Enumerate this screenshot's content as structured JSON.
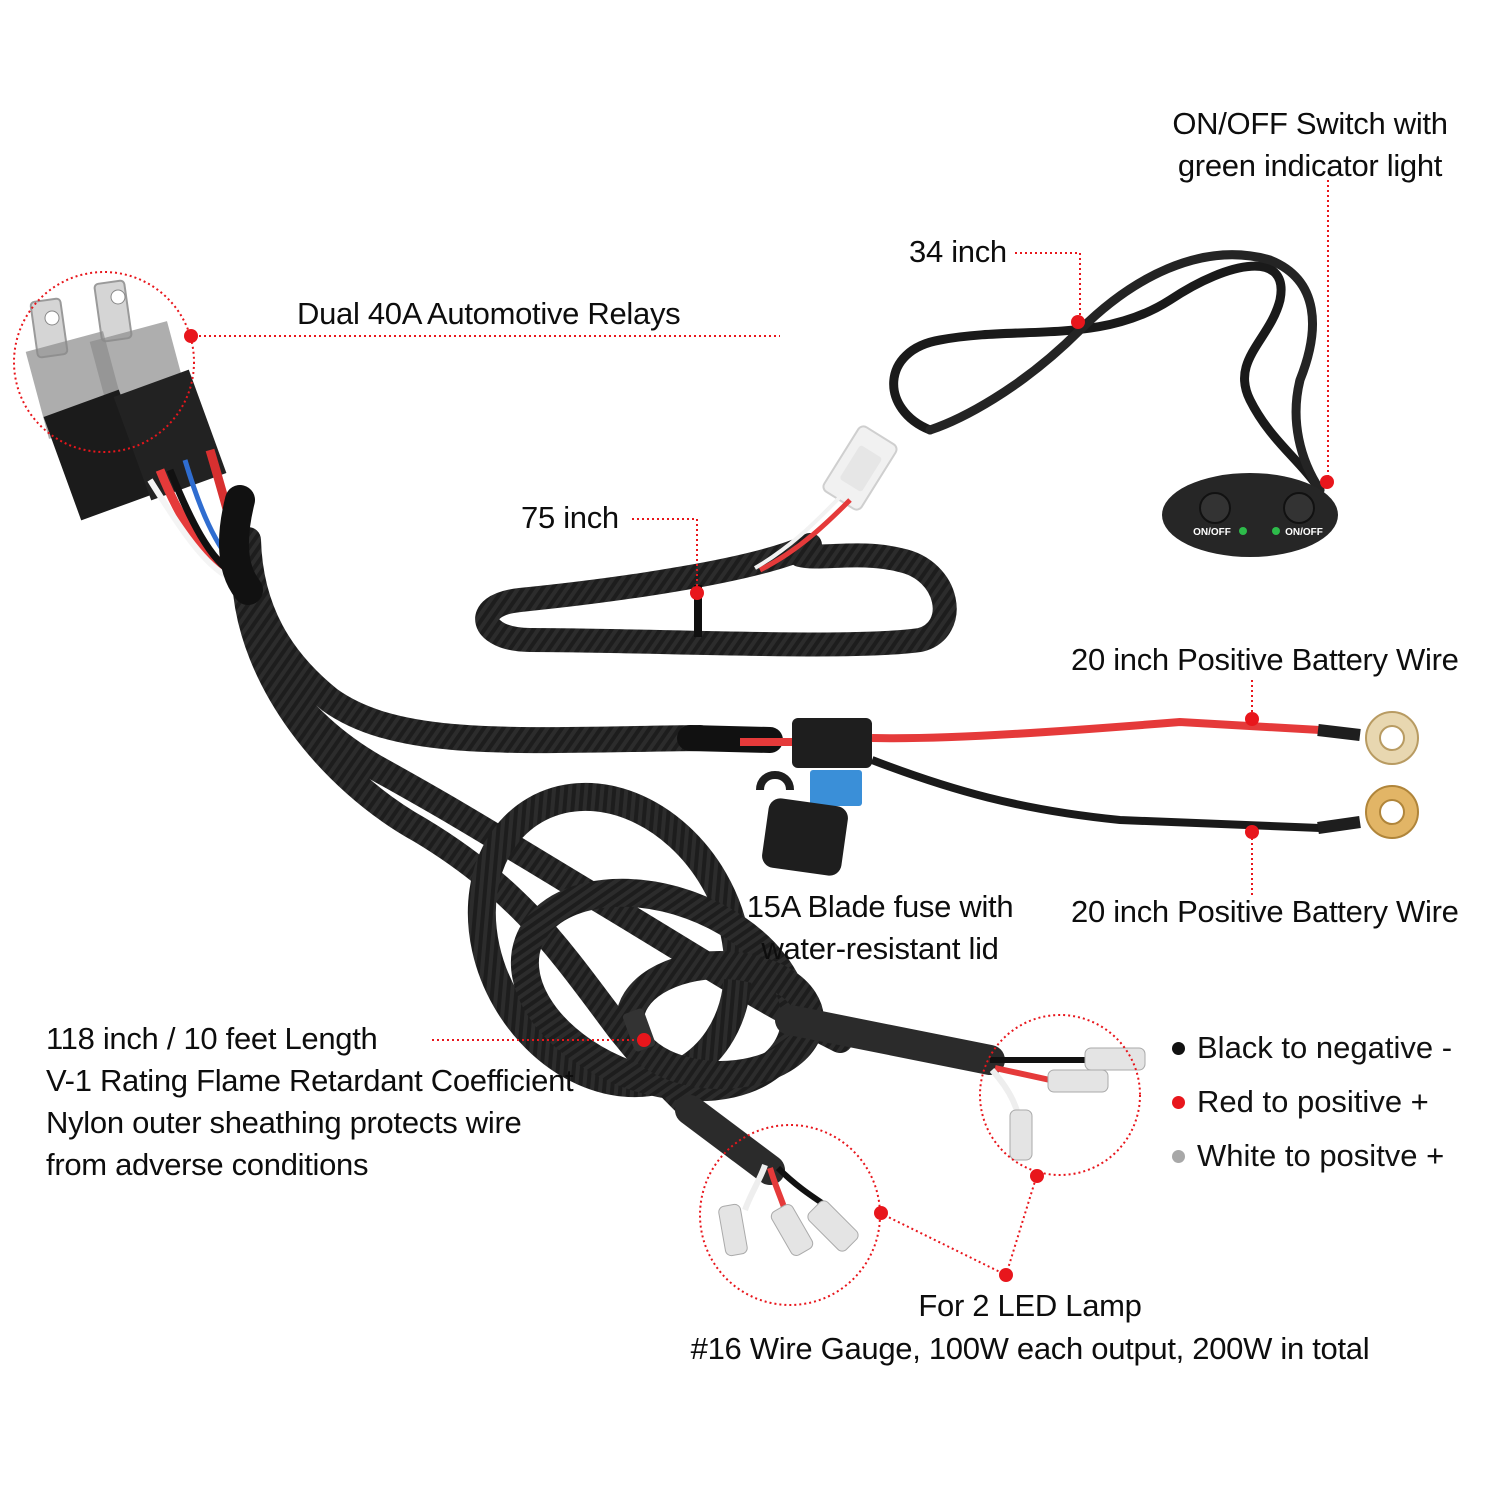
{
  "colors": {
    "accent": "#e8161c",
    "cable": "#1c1c1c",
    "red_wire": "#e53a3a",
    "fuse_blue": "#3a8fd8",
    "led_green": "#2dbb4a",
    "legend_black": "#111111",
    "legend_red": "#e8161c",
    "legend_white": "#a8a8a8"
  },
  "callouts": {
    "relays": "Dual 40A Automotive Relays",
    "switch_line1": "ON/OFF Switch with",
    "switch_line2": "green indicator light",
    "switch_cable": "34 inch",
    "main_cable": "75 inch",
    "battery_positive": "20 inch Positive Battery Wire",
    "battery_negative": "20 inch Positive Battery Wire",
    "fuse_line1": "15A Blade fuse with",
    "fuse_line2": "water-resistant lid",
    "length_lines": [
      "118 inch / 10 feet Length",
      "V-1 Rating Flame Retardant Coefficient",
      "Nylon outer sheathing protects wire",
      "from adverse conditions"
    ],
    "lamp_line1": "For 2 LED Lamp",
    "lamp_line2": "#16 Wire Gauge, 100W each output, 200W in total"
  },
  "switch_panel": {
    "left_button_label": "ON/OFF",
    "right_button_label": "ON/OFF"
  },
  "legend": [
    {
      "label": "Black to negative -",
      "color": "#111111"
    },
    {
      "label": "Red to positive +",
      "color": "#e8161c"
    },
    {
      "label": "White to positve +",
      "color": "#a8a8a8"
    }
  ],
  "icons": {
    "relay": "relay-icon",
    "fuse": "fuse-holder-icon",
    "switch": "rocker-switch-icon",
    "ring_terminal": "ring-terminal-icon",
    "spade_connector": "spade-connector-icon"
  }
}
